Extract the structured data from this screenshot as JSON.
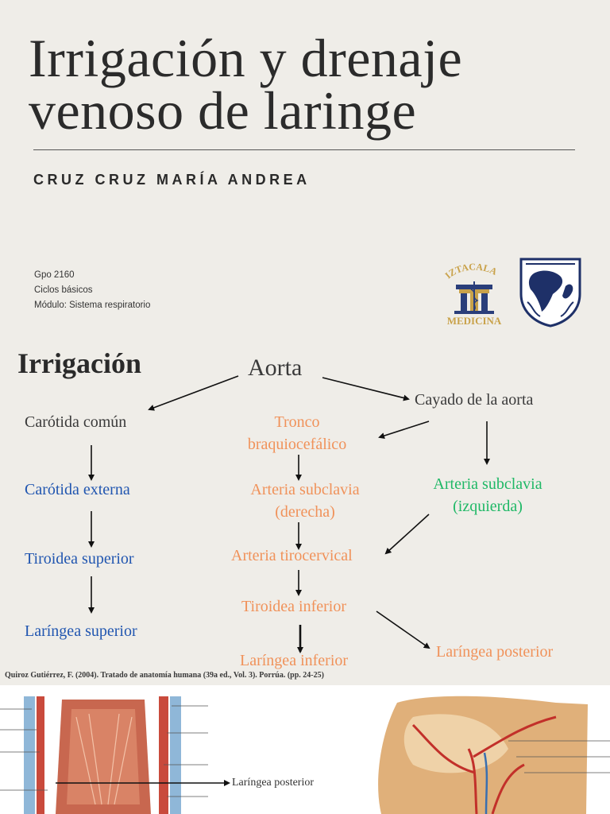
{
  "title": {
    "line1": "Irrigación y drenaje",
    "line2": "venoso de laringe"
  },
  "author": "CRUZ CRUZ MARÍA ANDREA",
  "meta": {
    "group": "Gpo 2160",
    "cycle": "Ciclos básicos",
    "module": "Módulo: Sistema respiratorio"
  },
  "logos": {
    "iztacala_top": "IZTACALA",
    "iztacala_bottom": "MEDICINA"
  },
  "section_title": "Irrigación",
  "nodes": {
    "aorta": "Aorta",
    "cayado": "Cayado de la aorta",
    "carotida_comun": "Carótida común",
    "carotida_externa": "Carótida externa",
    "tiroidea_superior": "Tiroidea superior",
    "laringea_superior": "Laríngea superior",
    "tronco_1": "Tronco",
    "tronco_2": "braquiocefálico",
    "subclavia_der_1": "Arteria subclavia",
    "subclavia_der_2": "(derecha)",
    "tirocervical": "Arteria tirocervical",
    "tiroidea_inferior": "Tiroidea inferior",
    "laringea_inferior": "Laríngea inferior",
    "subclavia_izq_1": "Arteria subclavia",
    "subclavia_izq_2": "(izquierda)",
    "laringea_posterior": "Laríngea posterior"
  },
  "colors": {
    "background": "#efede8",
    "dark": "#3a3a3a",
    "blue": "#2156b0",
    "orange": "#f0925a",
    "green": "#1fb866"
  },
  "citation": "Quiroz Gutiérrez, F. (2004). Tratado de anatomía humana (39a ed., Vol. 3). Porrúa. (pp. 24-25)",
  "image_caption": "Laríngea posterior"
}
